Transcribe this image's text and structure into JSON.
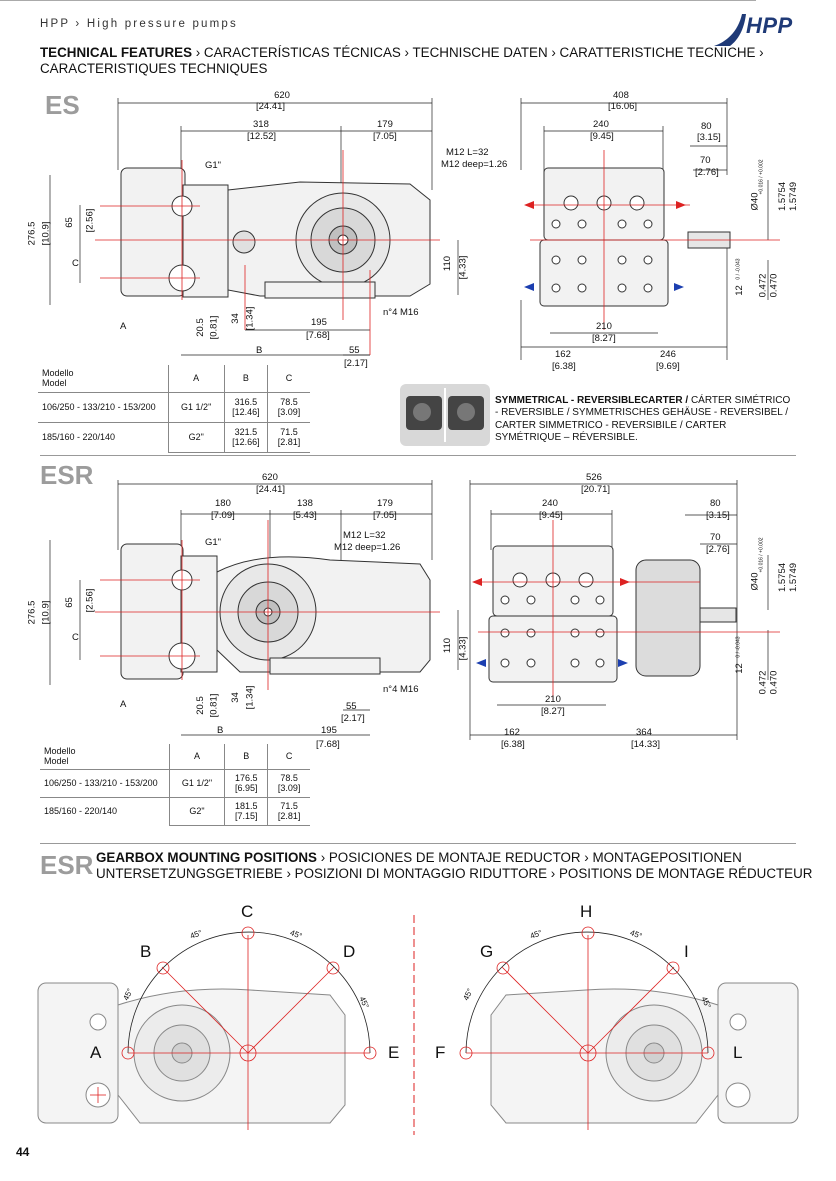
{
  "header": {
    "nav": "HPP › High pressure pumps",
    "brand": "HPP"
  },
  "title": {
    "bold": "TECHNICAL FEATURES",
    "rest": " › CARACTERÍSTICAS TÉCNICAS › TECHNISCHE DATEN ›  CARATTERISTICHE TECNICHE ›",
    "line2": "CARACTERISTIQUES TECHNIQUES"
  },
  "es": {
    "label": "ES",
    "dims": {
      "d620": "620",
      "d620in": "[24.41]",
      "d318": "318",
      "d318in": "[12.52]",
      "d179": "179",
      "d179in": "[7.05]",
      "g1": "G1\"",
      "m12a": "M12 L=32",
      "m12b": "M12 deep=1.26",
      "d276": "276.5",
      "d276in": "[10.9]",
      "d65": "65",
      "d65in": "[2.56]",
      "c": "C",
      "d110": "110",
      "d110in": "[4.33]",
      "a": "A",
      "d205": "20.5",
      "d205in": "[0.81]",
      "d34": "34",
      "d34in": "[1.34]",
      "d195": "195",
      "d195in": "[7.68]",
      "m16": "n°4 M16",
      "b": "B",
      "d55": "55",
      "d55in": "[2.17]",
      "d408": "408",
      "d408in": "[16.06]",
      "d240": "240",
      "d240in": "[9.45]",
      "d80": "80",
      "d80in": "[3.15]",
      "d70": "70",
      "d70in": "[2.76]",
      "d40": "Ø40",
      "d40t": "+0.016 / +0.002",
      "d1575a": "1.5754",
      "d1575b": "1.5749",
      "d12": "12",
      "d12t": "0 / -0.043",
      "d0472": "0.472",
      "d0470": "0.470",
      "d210": "210",
      "d210in": "[8.27]",
      "d162": "162",
      "d162in": "[6.38]",
      "d246": "246",
      "d246in": "[9.69]"
    },
    "table": {
      "h_model1": "Modello",
      "h_model2": "Model",
      "h_a": "A",
      "h_b": "B",
      "h_c": "C",
      "r1_model": "106/250 - 133/210 - 153/200",
      "r1_a": "G1 1/2\"",
      "r1_b": "316.5",
      "r1_bin": "[12.46]",
      "r1_c": "78.5",
      "r1_cin": "[3.09]",
      "r2_model": "185/160 - 220/140",
      "r2_a": "G2\"",
      "r2_b": "321.5",
      "r2_bin": "[12.66]",
      "r2_c": "71.5",
      "r2_cin": "[2.81]"
    }
  },
  "symmetrical": {
    "bold": "SYMMETRICAL - REVERSIBLECARTER /",
    "rest": " CÁRTER SIMÉTRICO - REVERSIBLE / SYMMETRISCHES GEHÄUSE - REVERSIBEL / CARTER SIMMETRICO - REVERSIBILE / CARTER SYMÉTRIQUE – RÉVERSIBLE."
  },
  "esr": {
    "label": "ESR",
    "dims": {
      "d620": "620",
      "d620in": "[24.41]",
      "d180": "180",
      "d180in": "[7.09]",
      "d138": "138",
      "d138in": "[5.43]",
      "d179": "179",
      "d179in": "[7.05]",
      "g1": "G1\"",
      "m12a": "M12 L=32",
      "m12b": "M12 deep=1.26",
      "d276": "276.5",
      "d276in": "[10.9]",
      "d65": "65",
      "d65in": "[2.56]",
      "c": "C",
      "d110": "110",
      "d110in": "[4.33]",
      "a": "A",
      "d205": "20.5",
      "d205in": "[0.81]",
      "d34": "34",
      "d34in": "[1.34]",
      "m16": "n°4 M16",
      "d55": "55",
      "d55in": "[2.17]",
      "b": "B",
      "d195": "195",
      "d195in": "[7.68]",
      "d526": "526",
      "d526in": "[20.71]",
      "d240": "240",
      "d240in": "[9.45]",
      "d80": "80",
      "d80in": "[3.15]",
      "d70": "70",
      "d70in": "[2.76]",
      "d40": "Ø40",
      "d40t": "+0.016 / +0.002",
      "d1575a": "1.5754",
      "d1575b": "1.5749",
      "d12": "12",
      "d12t": "0 / -0.043",
      "d0472": "0.472",
      "d0470": "0.470",
      "d210": "210",
      "d210in": "[8.27]",
      "d162": "162",
      "d162in": "[6.38]",
      "d364": "364",
      "d364in": "[14.33]"
    },
    "table": {
      "h_model1": "Modello",
      "h_model2": "Model",
      "h_a": "A",
      "h_b": "B",
      "h_c": "C",
      "r1_model": "106/250 - 133/210 - 153/200",
      "r1_a": "G1 1/2\"",
      "r1_b": "176.5",
      "r1_bin": "[6.95]",
      "r1_c": "78.5",
      "r1_cin": "[3.09]",
      "r2_model": "185/160 - 220/140",
      "r2_a": "G2\"",
      "r2_b": "181.5",
      "r2_bin": "[7.15]",
      "r2_c": "71.5",
      "r2_cin": "[2.81]"
    }
  },
  "gearbox": {
    "label": "ESR",
    "bold": "GEARBOX MOUNTING POSITIONS",
    "rest": " › POSICIONES DE MONTAJE REDUCTOR › MONTAGEPOSITIONEN",
    "line2": "UNTERSETZUNGSGETRIEBE › POSIZIONI DI MONTAGGIO RIDUTTORE › POSITIONS DE MONTAGE RÉDUCTEUR",
    "left_positions": [
      "A",
      "B",
      "C",
      "D",
      "E"
    ],
    "right_positions": [
      "F",
      "G",
      "H",
      "I",
      "L"
    ],
    "angle": "45°"
  },
  "page_number": "44"
}
